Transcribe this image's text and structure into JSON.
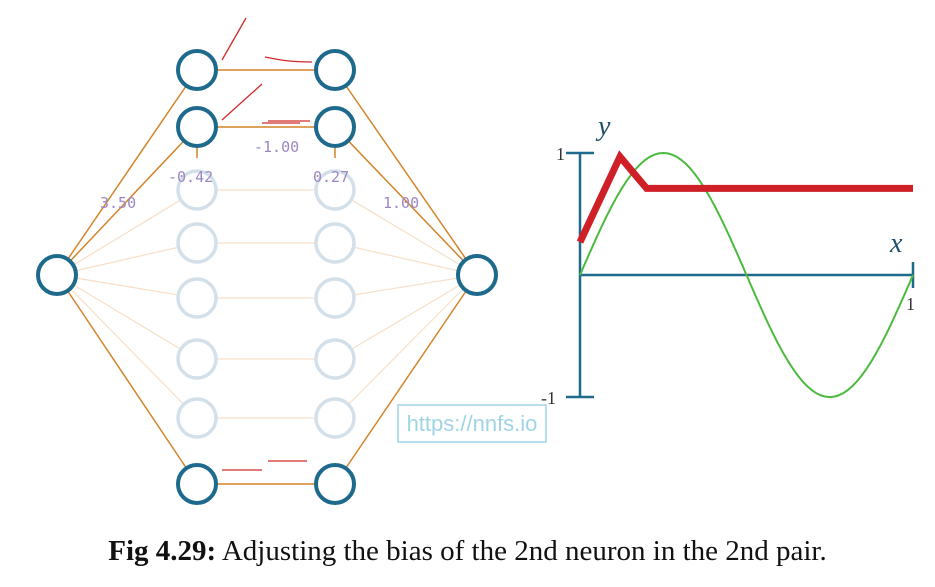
{
  "colors": {
    "active_node": "#1e6a8c",
    "inactive_node": "#d3e0ea",
    "active_edge": "#d4842a",
    "inactive_edge": "#f6dfc7",
    "weight_label": "#9d86c4",
    "relu_mark": "#d02a2a",
    "axis": "#1e6a8c",
    "sine": "#4cba3e",
    "output": "#cf2027",
    "watermark": "#9fd4e6"
  },
  "diagram": {
    "weight_labels": {
      "w_input_hidden": "3.50",
      "bias_first": "-0.42",
      "w_pair": "-1.00",
      "bias_second": "0.27",
      "w_output": "1.00"
    },
    "watermark": "https://nnfs.io"
  },
  "chart_data": {
    "type": "line",
    "xlabel": "x",
    "ylabel": "y",
    "x_tick_label": "1",
    "y_tick_labels": [
      "1",
      "-1"
    ],
    "xlim": [
      0,
      1
    ],
    "ylim": [
      -1,
      1
    ],
    "series": [
      {
        "role": "sine",
        "x": [
          0,
          0.125,
          0.25,
          0.375,
          0.5,
          0.625,
          0.75,
          0.875,
          1.0
        ],
        "y": [
          0,
          0.707,
          1.0,
          0.707,
          0,
          -0.707,
          -1.0,
          -0.707,
          0
        ]
      },
      {
        "role": "output",
        "x": [
          0.0,
          0.12,
          0.2,
          1.0
        ],
        "y": [
          0.27,
          0.97,
          0.71,
          0.71
        ]
      }
    ]
  },
  "caption": {
    "label": "Fig 4.29:",
    "text": " Adjusting the bias of the 2nd neuron in the 2nd pair."
  }
}
